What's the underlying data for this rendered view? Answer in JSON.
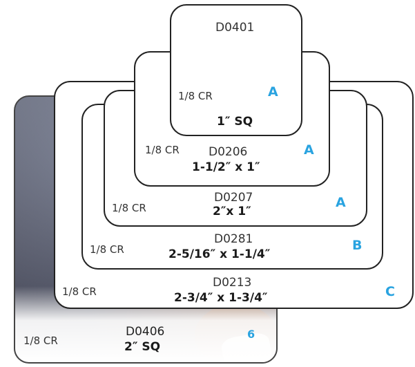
{
  "cards": [
    {
      "id": "d0406",
      "code": "D0406",
      "size": "2″ SQ",
      "corner": "1/8 CR",
      "grade": "6"
    },
    {
      "id": "d0213",
      "code": "D0213",
      "size": "2-3/4″ x 1-3/4″",
      "corner": "1/8 CR",
      "grade": "C"
    },
    {
      "id": "d0281",
      "code": "D0281",
      "size": "2-5/16″ x 1-1/4″",
      "corner": "1/8 CR",
      "grade": "B"
    },
    {
      "id": "d0207",
      "code": "D0207",
      "size": "2″x 1″",
      "corner": "1/8 CR",
      "grade": "A"
    },
    {
      "id": "d0206",
      "code": "D0206",
      "size": "1-1/2″ x 1″",
      "corner": "1/8 CR",
      "grade": "A"
    },
    {
      "id": "d0401",
      "code": "D0401",
      "size": "1″ SQ",
      "corner": "1/8 CR",
      "grade": "A"
    }
  ],
  "colors": {
    "grade": "#29a3e0",
    "border": "#222222"
  }
}
